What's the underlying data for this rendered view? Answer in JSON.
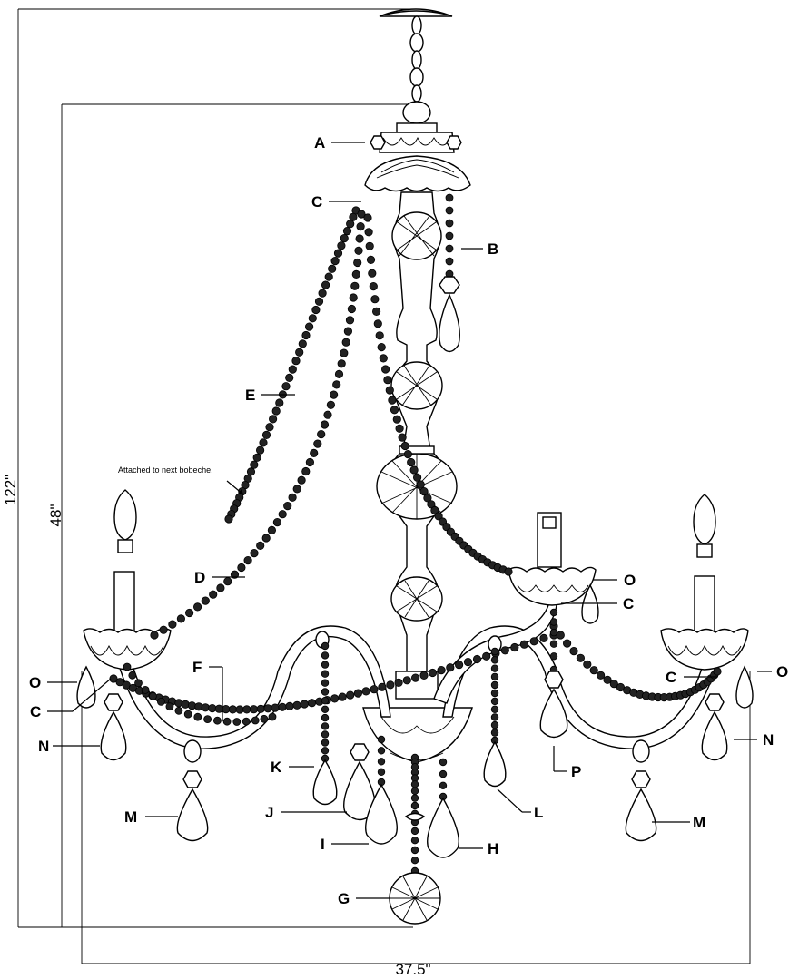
{
  "dimensions": {
    "overall_height": "122\"",
    "body_height": "48\"",
    "width": "37.5\""
  },
  "note": "Attached to next bobeche.",
  "labels": {
    "A": "A",
    "B": "B",
    "C": "C",
    "D": "D",
    "E": "E",
    "F": "F",
    "G": "G",
    "H": "H",
    "I": "I",
    "J": "J",
    "K": "K",
    "L": "L",
    "M": "M",
    "N": "N",
    "O": "O",
    "P": "P"
  }
}
